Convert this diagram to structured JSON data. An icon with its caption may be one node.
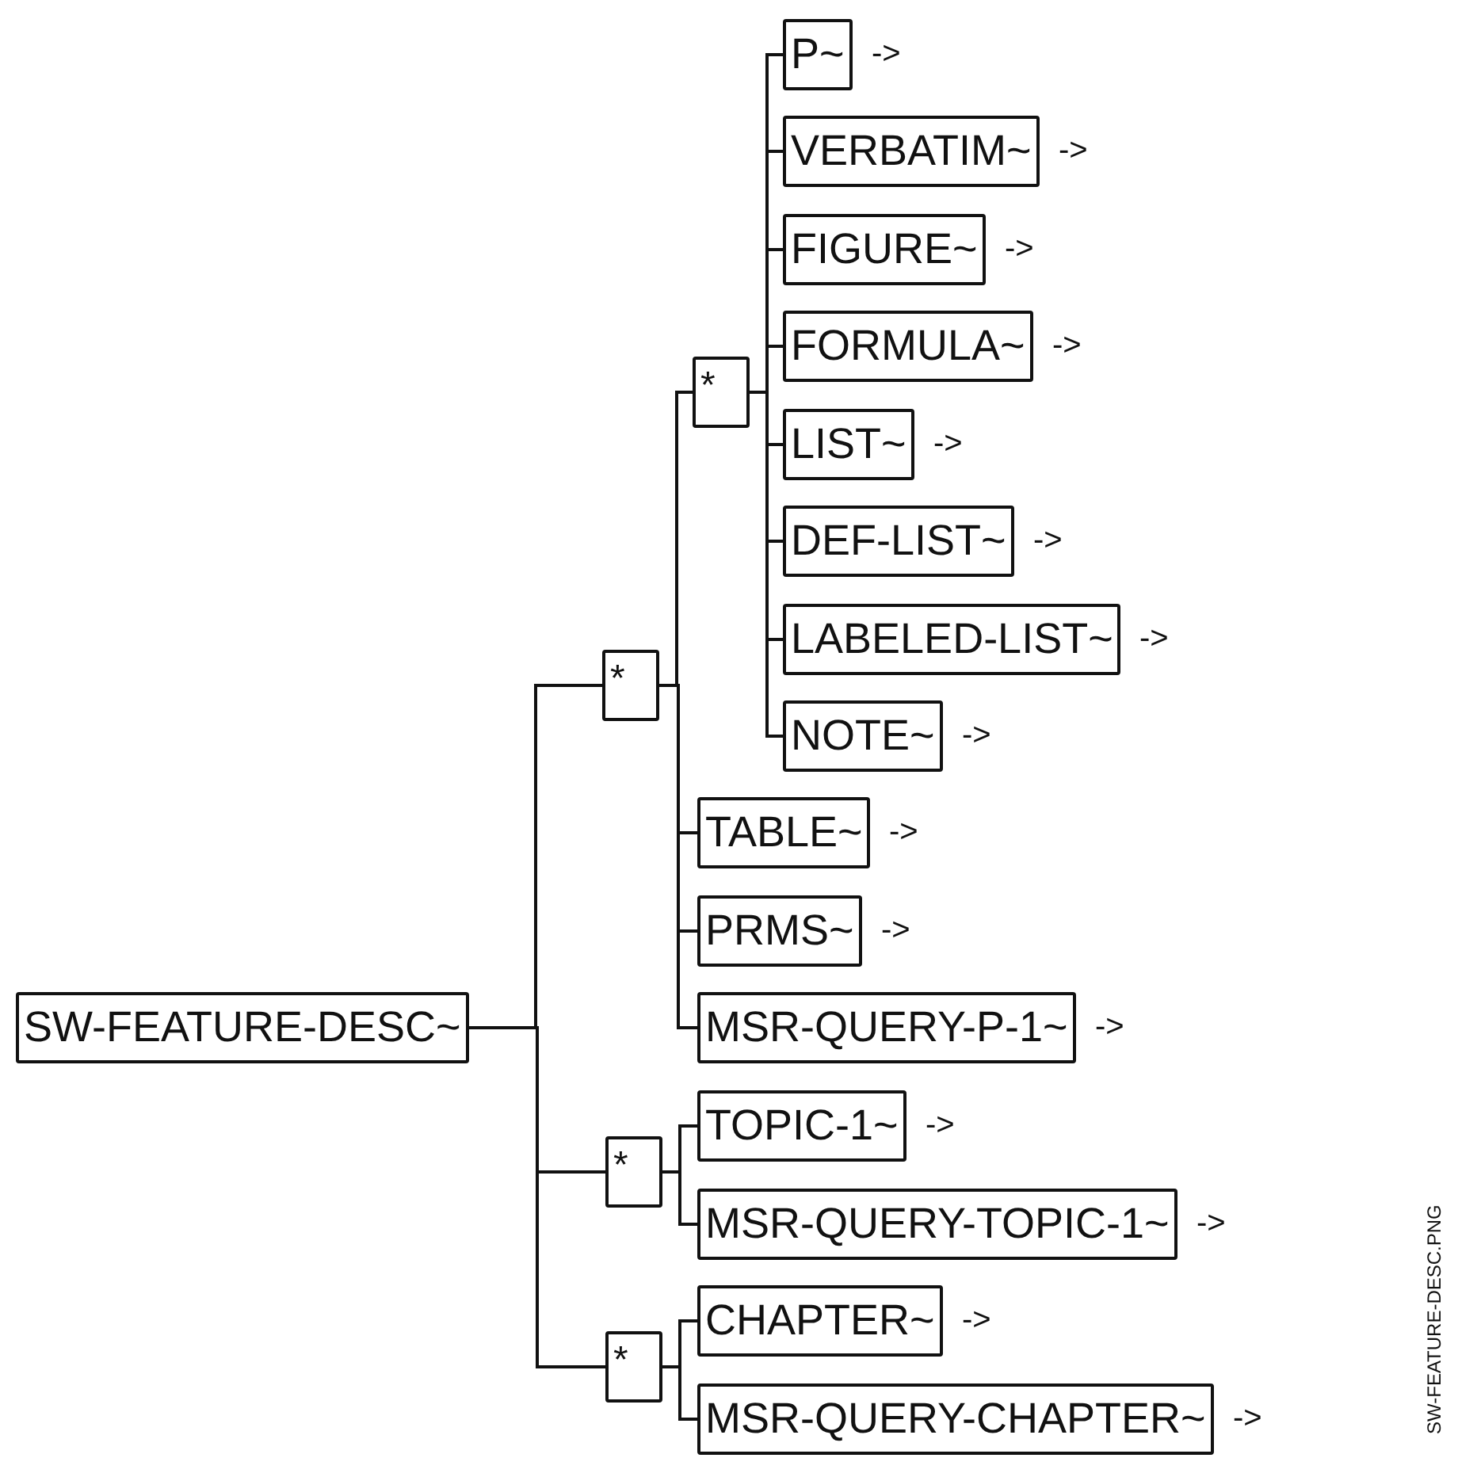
{
  "diagram": {
    "nodes": [
      {
        "text": [
          "SW-FEATURE-DESC~"
        ]
      },
      {
        "text": [
          "*"
        ]
      },
      {
        "text": [
          "*"
        ]
      },
      {
        "text": [
          "P~"
        ],
        "beside": [
          "->"
        ]
      },
      {
        "text": [
          "VERBATIM~"
        ],
        "beside": [
          "->"
        ]
      },
      {
        "text": [
          "FIGURE~"
        ],
        "beside": [
          "->"
        ]
      },
      {
        "text": [
          "FORMULA~"
        ],
        "beside": [
          "->"
        ]
      },
      {
        "text": [
          "LIST~"
        ],
        "beside": [
          "->"
        ]
      },
      {
        "text": [
          "DEF-LIST~"
        ],
        "beside": [
          "->"
        ]
      },
      {
        "text": [
          "LABELED-LIST~"
        ],
        "beside": [
          "->"
        ]
      },
      {
        "text": [
          "NOTE~"
        ],
        "beside": [
          "->"
        ]
      },
      {
        "text": [
          "TABLE~"
        ],
        "beside": [
          "->"
        ]
      },
      {
        "text": [
          "PRMS~"
        ],
        "beside": [
          "->"
        ]
      },
      {
        "text": [
          "MSR-QUERY-P-1~"
        ],
        "beside": [
          "->"
        ]
      },
      {
        "text": [
          "*"
        ]
      },
      {
        "text": [
          "TOPIC-1~"
        ],
        "beside": [
          "->"
        ]
      },
      {
        "text": [
          "MSR-QUERY-TOPIC-1~"
        ],
        "beside": [
          "->"
        ]
      },
      {
        "text": [
          "*"
        ]
      },
      {
        "text": [
          "CHAPTER~"
        ],
        "beside": [
          "->"
        ]
      },
      {
        "text": [
          "MSR-QUERY-CHAPTER~"
        ],
        "beside": [
          "->"
        ]
      }
    ],
    "edges": [
      {
        "from": 0,
        "to": 1,
        "arrow": "none"
      },
      {
        "from": 0,
        "to": 14,
        "arrow": "none"
      },
      {
        "from": 0,
        "to": 17,
        "arrow": "none"
      },
      {
        "from": 1,
        "to": 2,
        "arrow": "none"
      },
      {
        "from": 2,
        "to": 3,
        "arrow": "none"
      },
      {
        "from": 2,
        "to": 4,
        "arrow": "none"
      },
      {
        "from": 2,
        "to": 5,
        "arrow": "none"
      },
      {
        "from": 2,
        "to": 6,
        "arrow": "none"
      },
      {
        "from": 2,
        "to": 7,
        "arrow": "none"
      },
      {
        "from": 2,
        "to": 8,
        "arrow": "none"
      },
      {
        "from": 2,
        "to": 9,
        "arrow": "none"
      },
      {
        "from": 2,
        "to": 10,
        "arrow": "none"
      },
      {
        "from": 1,
        "to": 11,
        "arrow": "none"
      },
      {
        "from": 1,
        "to": 12,
        "arrow": "none"
      },
      {
        "from": 1,
        "to": 13,
        "arrow": "none"
      },
      {
        "from": 14,
        "to": 15,
        "arrow": "none"
      },
      {
        "from": 14,
        "to": 16,
        "arrow": "none"
      },
      {
        "from": 17,
        "to": 18,
        "arrow": "none"
      },
      {
        "from": 17,
        "to": 19,
        "arrow": "none"
      }
    ],
    "labels": [
      "SW-FEATURE-DESC.PNG"
    ]
  }
}
